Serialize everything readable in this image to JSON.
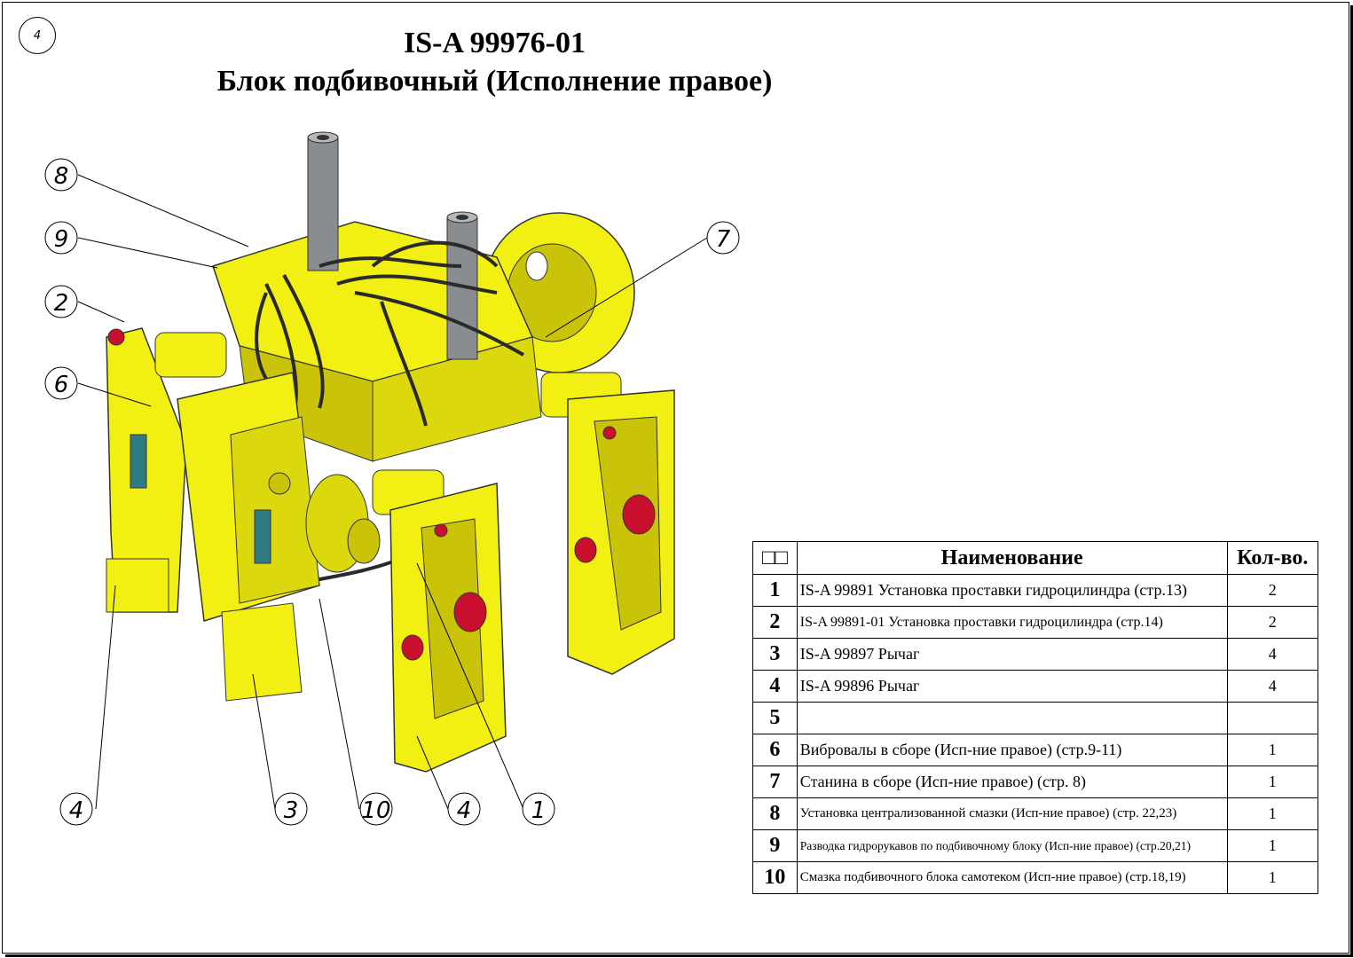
{
  "page": {
    "sheet_number": "4"
  },
  "title": {
    "code": "IS-A 99976-01",
    "name": "Блок подбивочный (Исполнение правое)"
  },
  "callouts": [
    "8",
    "9",
    "2",
    "6",
    "7",
    "4",
    "3",
    "10",
    "4",
    "1"
  ],
  "colors": {
    "body": "#f2ef12",
    "shade": "#c9c40a",
    "dark": "#8c8a05",
    "hose": "#2a2a2a",
    "cap": "#c8102e"
  },
  "table": {
    "headers": {
      "pos": "□□",
      "name": "Наименование",
      "qty": "Кол-во."
    },
    "rows": [
      {
        "pos": "1",
        "name": "IS-A 99891 Установка проставки гидроцилиндра (стр.13)",
        "qty": "2"
      },
      {
        "pos": "2",
        "name": "IS-A 99891-01 Установка проставки гидроцилиндра (стр.14)",
        "qty": "2"
      },
      {
        "pos": "3",
        "name": "IS-A 99897 Рычаг",
        "qty": "4"
      },
      {
        "pos": "4",
        "name": "IS-A 99896 Рычаг",
        "qty": "4"
      },
      {
        "pos": "5",
        "name": "",
        "qty": ""
      },
      {
        "pos": "6",
        "name": "Вибровалы в сборе (Исп-ние правое) (стр.9-11)",
        "qty": "1"
      },
      {
        "pos": "7",
        "name": "Станина в сборе (Исп-ние правое) (стр. 8)",
        "qty": "1"
      },
      {
        "pos": "8",
        "name": "Установка централизованной смазки (Исп-ние правое) (стр. 22,23)",
        "qty": "1"
      },
      {
        "pos": "9",
        "name": "Разводка гидрорукавов по подбивочному блоку (Исп-ние правое) (стр.20,21)",
        "qty": "1"
      },
      {
        "pos": "10",
        "name": "Смазка подбивочного блока самотеком (Исп-ние правое) (стр.18,19)",
        "qty": "1"
      }
    ]
  }
}
